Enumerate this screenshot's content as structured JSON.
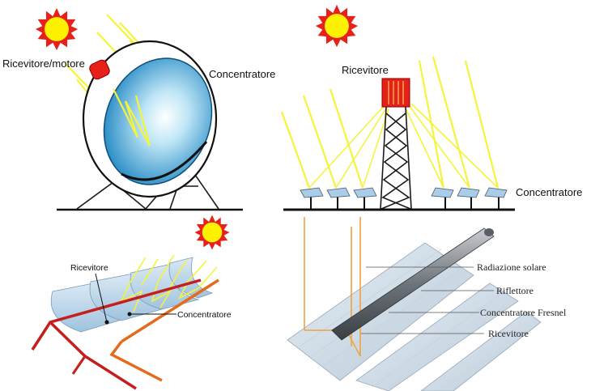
{
  "colors": {
    "sun_fill": "#fff200",
    "sun_rays": "#e8201a",
    "ray_yellow": "#f4f43a",
    "receiver_red": "#e8201a",
    "dish_blue": "#3aa6d8",
    "mirror_blue": "#a9cde8",
    "trough_red": "#c41e1e",
    "trough_orange": "#e46a1c",
    "pipe_gray": "#8a8f96",
    "fresnel_orange": "#f0a23c"
  },
  "icons": [
    "sun-icon"
  ],
  "panels": {
    "dish": {
      "receiver_label": "Ricevitore/motore",
      "concentrator_label": "Concentratore"
    },
    "tower": {
      "receiver_label": "Ricevitore",
      "concentrator_label": "Concentratore"
    },
    "trough": {
      "receiver_label": "Ricevitore",
      "concentrator_label": "Concentratore"
    },
    "fresnel": {
      "label_radiation": "Radiazione solare",
      "label_reflector": "Riflettore",
      "label_concentrator": "Concentratore Fresnel",
      "label_receiver": "Ricevitore"
    }
  }
}
